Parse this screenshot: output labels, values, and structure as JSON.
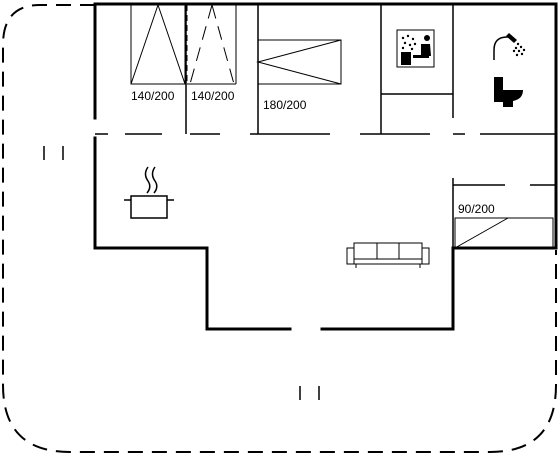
{
  "floorplan": {
    "bed_labels": {
      "bed_1": "140/200",
      "bed_2": "140/200",
      "bed_3": "180/200",
      "bed_4": "90/200"
    }
  }
}
